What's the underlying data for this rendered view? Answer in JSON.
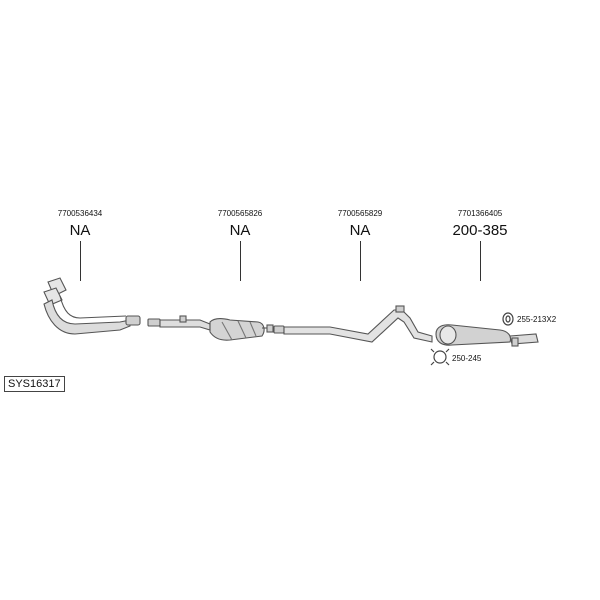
{
  "parts": [
    {
      "part_number": "7700536434",
      "ref": "NA"
    },
    {
      "part_number": "7700565826",
      "ref": "NA"
    },
    {
      "part_number": "7700565829",
      "ref": "NA"
    },
    {
      "part_number": "7701366405",
      "ref": "200-385"
    }
  ],
  "accessories": [
    {
      "code": "255-213X2",
      "icon": "exhaust-rubber-mount-icon"
    },
    {
      "code": "250-245",
      "icon": "exhaust-clamp-icon"
    }
  ],
  "system_code": "SYS16317",
  "colors": {
    "line": "#333333",
    "part_fill": "#d9d9d9",
    "part_stroke": "#555555"
  }
}
